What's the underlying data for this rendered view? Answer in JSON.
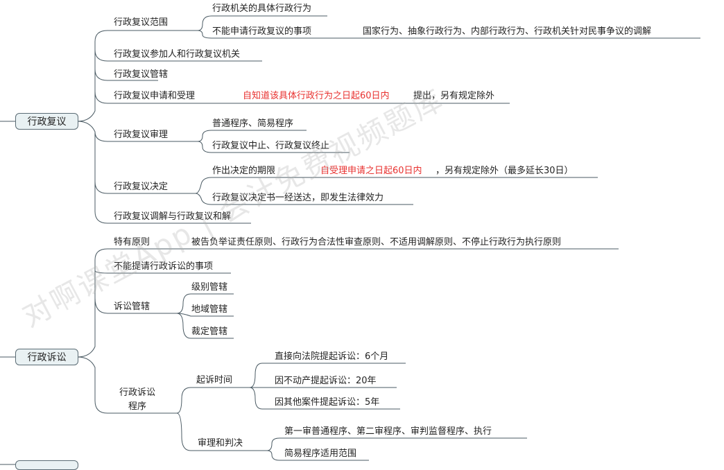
{
  "watermark": "对啊课堂App | 会计免费视频题库",
  "admin_review": {
    "root": "行政复议",
    "scope": "行政复议范围",
    "scope_children": [
      "行政机关的具体行政行为",
      "不能申请行政复议的事项"
    ],
    "scope_excluded": "国家行为、抽象行政行为、内部行政行为、行政机关针对民事争议的调解",
    "participants": "行政复议参加人和行政复议机关",
    "jurisdiction": "行政复议管辖",
    "application": "行政复议申请和受理",
    "application_deadline": "自知道该具体行政行为之日起60日内",
    "application_note": "提出，另有规定除外",
    "trial": "行政复议审理",
    "trial_children": [
      "普通程序、简易程序",
      "行政复议中止、行政复议终止"
    ],
    "decision": "行政复议决定",
    "decision_time_limit": "作出决定的期限",
    "decision_deadline": "自受理申请之日起60日内",
    "decision_note": "，另有规定除外（最多延长30日）",
    "decision_effect": "行政复议决定书一经送达，即发生法律效力",
    "mediation": "行政复议调解与行政复议和解"
  },
  "admin_litigation": {
    "root": "行政诉讼",
    "principles": "特有原则",
    "principles_detail": "被告负举证责任原则、行政行为合法性审查原则、不适用调解原则、不停止行政行为执行原则",
    "excluded": "不能提请行政诉讼的事项",
    "jurisdiction": "诉讼管辖",
    "jurisdiction_children": [
      "级别管辖",
      "地域管辖",
      "裁定管辖"
    ],
    "procedure_line1": "行政诉讼",
    "procedure_line2": "程序",
    "filing_time": "起诉时间",
    "filing_children": [
      "直接向法院提起诉讼：6个月",
      "因不动产提起诉讼：20年",
      "因其他案件提起诉讼：5年"
    ],
    "trial_judgment": "审理和判决",
    "trial_children": [
      "第一审普通程序、第二审程序、审判监督程序、执行",
      "简易程序适用范围"
    ]
  }
}
